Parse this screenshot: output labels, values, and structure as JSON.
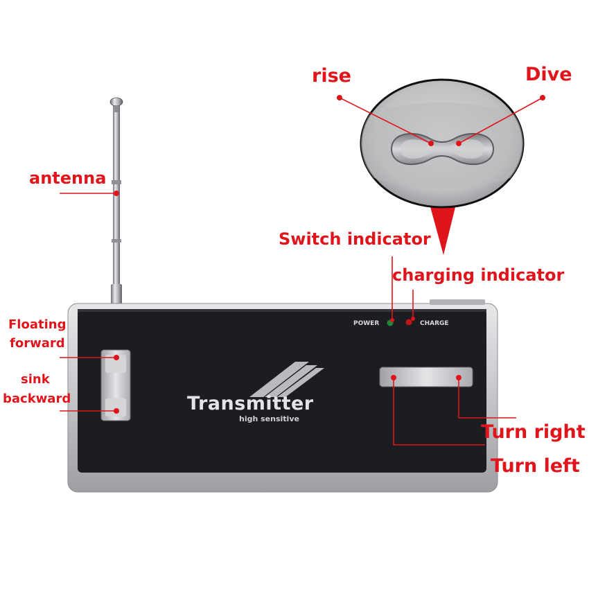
{
  "labels": {
    "antenna": "antenna",
    "rise": "rise",
    "dive": "Dive",
    "switch_indicator": "Switch indicator",
    "charging_indicator": "charging indicator",
    "floating_forward_line1": "Floating",
    "floating_forward_line2": "forward",
    "sink_backward_line1": "sink",
    "sink_backward_line2": "backward",
    "turn_right": "Turn right",
    "turn_left": "Turn left"
  },
  "device": {
    "brand": "Transmitter",
    "tagline": "high sensitive",
    "power_label": "POWER",
    "charge_label": "CHARGE"
  },
  "colors": {
    "annotation_red": "#e0151b",
    "panel_black": "#1c1d22",
    "casing_silver": "#c9cacd",
    "power_led": "#1f8a3a",
    "charge_led": "#c4141c"
  }
}
